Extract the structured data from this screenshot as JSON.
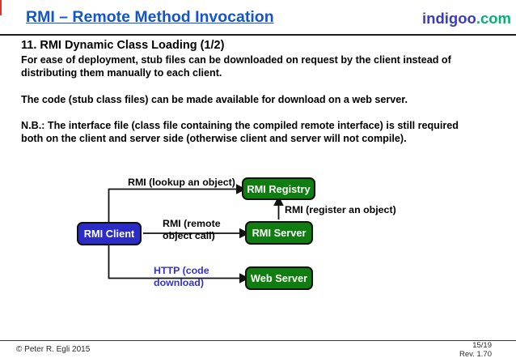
{
  "slide": {
    "header": {
      "title": "RMI – Remote Method Invocation",
      "logo_name": "indigoo",
      "logo_tld": ".com"
    },
    "heading": "11. RMI Dynamic Class Loading (1/2)",
    "paragraphs": {
      "p1": "For ease of deployment, stub files can be downloaded on request by the client instead of\ndistributing them manually to each client.",
      "p2": "The code (stub class files) can be made available for download on a web server.",
      "p3": "N.B.: The interface file (class file containing the compiled remote interface) is still required\nboth on the client and server side (otherwise client and server will not compile)."
    },
    "diagram": {
      "nodes": {
        "client": "RMI Client",
        "registry": "RMI Registry",
        "server": "RMI Server",
        "web": "Web Server"
      },
      "edge_labels": {
        "lookup": "RMI (lookup an object)",
        "register": "RMI (register an object)",
        "remote": "RMI (remote\nobject call)",
        "http": "HTTP (code\ndownload)"
      }
    },
    "footer": {
      "copyright": "© Peter R. Egli 2015",
      "page": "15/19",
      "revision": "Rev. 1.70"
    },
    "colors": {
      "title_blue": "#1355cc",
      "logo_indigo": "#3b3bc0",
      "logo_green": "#00b377",
      "client_node": "#2b2bc8",
      "server_node": "#0f7d10",
      "http_label": "#3333cc"
    }
  }
}
